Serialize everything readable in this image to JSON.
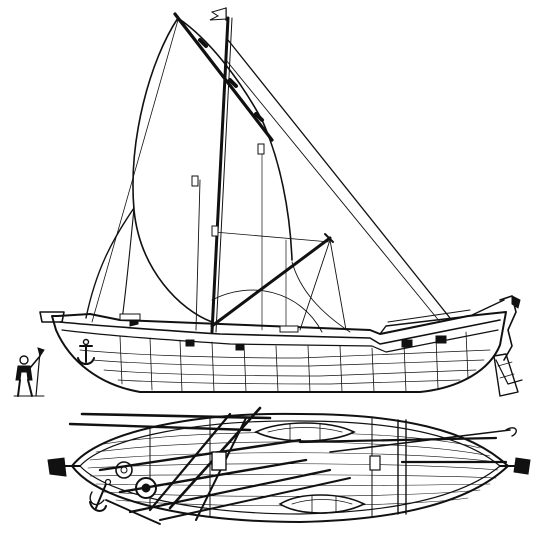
{
  "illustration": {
    "subject": "sailing-vessel",
    "views": [
      "side-elevation",
      "deck-plan"
    ],
    "ink_color": "#111111",
    "paper_color": "#ffffff"
  }
}
